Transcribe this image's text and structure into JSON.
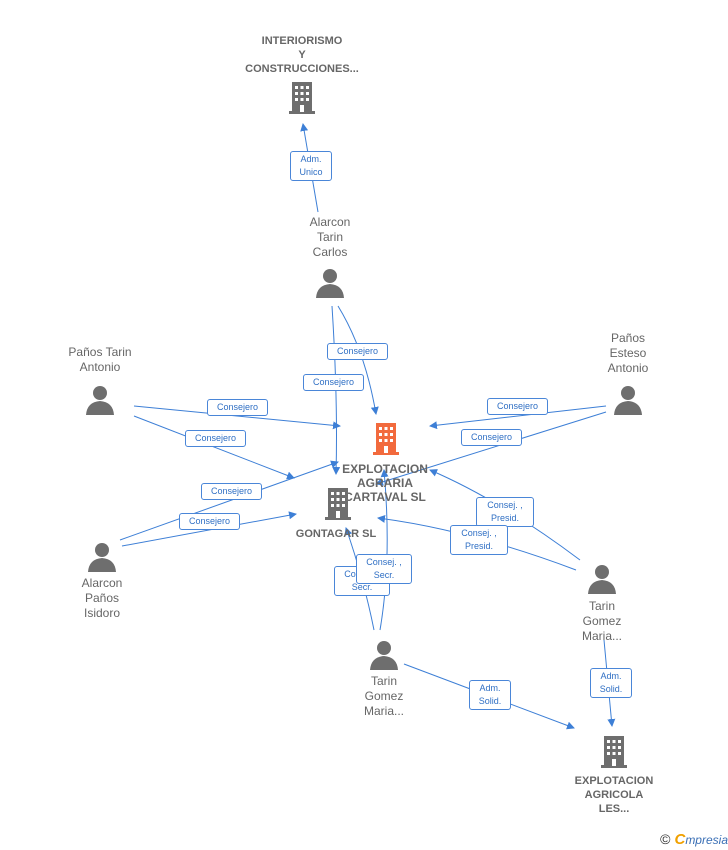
{
  "colors": {
    "edge": "#3d7fd6",
    "main_company": "#f26a3d",
    "company": "#6e6e6e",
    "person": "#6e6e6e"
  },
  "nodes": {
    "interiorismo": {
      "label": "INTERIORISMO\nY\nCONSTRUCCIONES...",
      "icon": "building-icon"
    },
    "alarcon_carlos": {
      "label": "Alarcon\nTarin\nCarlos",
      "icon": "person-icon"
    },
    "panos_tarin_antonio": {
      "label": "Paños Tarin\nAntonio",
      "icon": "person-icon"
    },
    "panos_esteso_antonio": {
      "label": "Paños\nEsteso\nAntonio",
      "icon": "person-icon"
    },
    "explotacion_agraria": {
      "label": "EXPLOTACION\nAGRARIA\nCARTAVAL SL",
      "icon": "building-icon"
    },
    "gontagar": {
      "label": "GONTAGAR SL",
      "icon": "building-icon"
    },
    "alarcon_panos_isidoro": {
      "label": "Alarcon\nPaños\nIsidoro",
      "icon": "person-icon"
    },
    "tarin_gomez_maria_right": {
      "label": "Tarin\nGomez\nMaria...",
      "icon": "person-icon"
    },
    "tarin_gomez_maria_bottom": {
      "label": "Tarin\nGomez\nMaria...",
      "icon": "person-icon"
    },
    "explotacion_agricola": {
      "label": "EXPLOTACION\nAGRICOLA\nLES...",
      "icon": "building-icon"
    }
  },
  "edge_labels": {
    "adm_unico": "Adm.\nUnico",
    "consejero_c1": "Consejero",
    "consejero_c2": "Consejero",
    "consejero_l1": "Consejero",
    "consejero_l2": "Consejero",
    "consejero_r1": "Consejero",
    "consejero_r2": "Consejero",
    "consejero_i1": "Consejero",
    "consejero_i2": "Consejero",
    "consej_presid_1": "Consej. ,\nPresid.",
    "consej_presid_2": "Consej. ,\nPresid.",
    "consej_secr_1": "Consej. ,\nSecr.",
    "consej_secr_2": "Consej. ,\nSecr.",
    "adm_solid_1": "Adm.\nSolid.",
    "adm_solid_2": "Adm.\nSolid."
  },
  "footer": {
    "copyright": "©",
    "brand_initial": "C",
    "brand_rest": "mpresia"
  }
}
